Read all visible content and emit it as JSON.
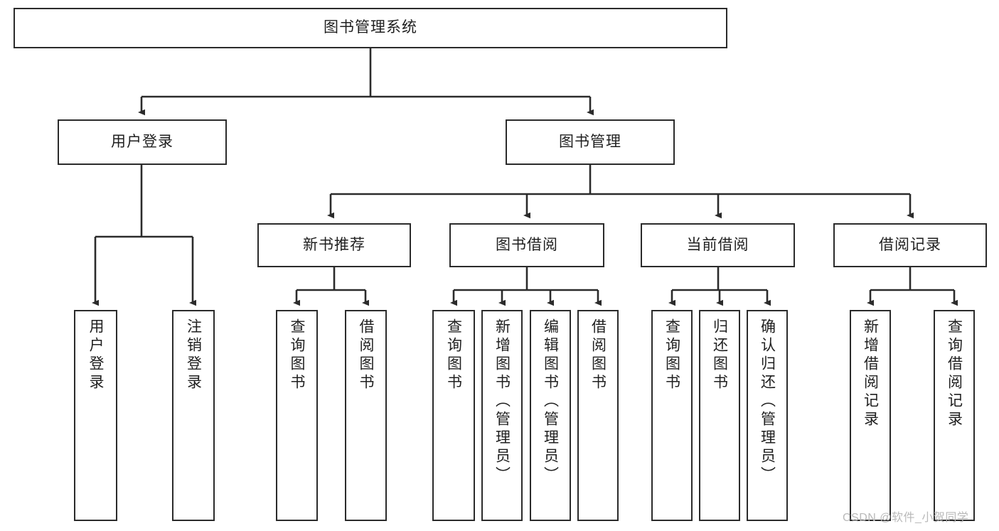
{
  "diagram": {
    "title": "图书管理系统",
    "type": "tree",
    "root": {
      "id": "root",
      "label": "图书管理系统"
    },
    "level2": [
      {
        "id": "user-login",
        "label": "用户登录"
      },
      {
        "id": "book-manage",
        "label": "图书管理"
      }
    ],
    "level3": [
      {
        "id": "new-book-recommend",
        "label": "新书推荐",
        "parent": "book-manage"
      },
      {
        "id": "book-borrow",
        "label": "图书借阅",
        "parent": "book-manage"
      },
      {
        "id": "current-borrow",
        "label": "当前借阅",
        "parent": "book-manage"
      },
      {
        "id": "borrow-record",
        "label": "借阅记录",
        "parent": "book-manage"
      }
    ],
    "leaves": [
      {
        "id": "leaf-user-login",
        "label": "用户登录",
        "parent": "user-login"
      },
      {
        "id": "leaf-user-logout",
        "label": "注销登录",
        "parent": "user-login"
      },
      {
        "id": "leaf-query-book-1",
        "label": "查询图书",
        "parent": "new-book-recommend"
      },
      {
        "id": "leaf-borrow-book-1",
        "label": "借阅图书",
        "parent": "new-book-recommend"
      },
      {
        "id": "leaf-query-book-2",
        "label": "查询图书",
        "parent": "book-borrow"
      },
      {
        "id": "leaf-add-book",
        "label": "新增图书（管理员）",
        "parent": "book-borrow"
      },
      {
        "id": "leaf-edit-book",
        "label": "编辑图书（管理员）",
        "parent": "book-borrow"
      },
      {
        "id": "leaf-borrow-book-2",
        "label": "借阅图书",
        "parent": "book-borrow"
      },
      {
        "id": "leaf-query-book-3",
        "label": "查询图书",
        "parent": "current-borrow"
      },
      {
        "id": "leaf-return-book",
        "label": "归还图书",
        "parent": "current-borrow"
      },
      {
        "id": "leaf-confirm-return",
        "label": "确认归还（管理员）",
        "parent": "current-borrow"
      },
      {
        "id": "leaf-add-record",
        "label": "新增借阅记录",
        "parent": "borrow-record"
      },
      {
        "id": "leaf-query-record",
        "label": "查询借阅记录",
        "parent": "borrow-record"
      }
    ],
    "watermark": "CSDN @软件_小贺同学",
    "colors": {
      "stroke": "#2b2b2b",
      "fill": "#ffffff",
      "text": "#1f1f1f",
      "watermark": "#b9b9b9"
    }
  }
}
